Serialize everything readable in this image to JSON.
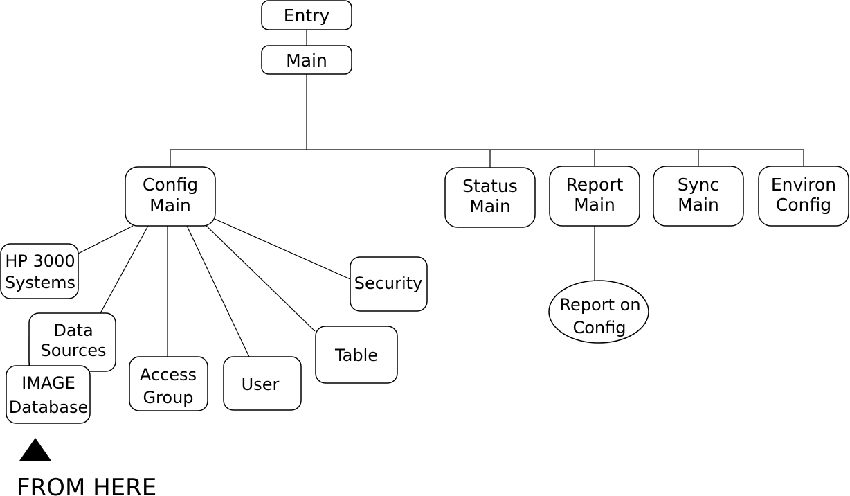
{
  "nodes": {
    "entry": {
      "lines": [
        "Entry"
      ]
    },
    "main": {
      "lines": [
        "Main"
      ]
    },
    "config_main": {
      "lines": [
        "Config",
        "Main"
      ]
    },
    "status_main": {
      "lines": [
        "Status",
        "Main"
      ]
    },
    "report_main": {
      "lines": [
        "Report",
        "Main"
      ]
    },
    "sync_main": {
      "lines": [
        "Sync",
        "Main"
      ]
    },
    "environ_config": {
      "lines": [
        "Environ",
        "Config"
      ]
    },
    "report_on_config": {
      "lines": [
        "Report on",
        "Config"
      ]
    },
    "hp3000_systems": {
      "lines": [
        "HP 3000",
        "Systems"
      ]
    },
    "security": {
      "lines": [
        "Security"
      ]
    },
    "data_sources": {
      "lines": [
        "Data",
        "Sources"
      ]
    },
    "image_database": {
      "lines": [
        "IMAGE",
        "Database"
      ]
    },
    "access_group": {
      "lines": [
        "Access",
        "Group"
      ]
    },
    "user": {
      "lines": [
        "User"
      ]
    },
    "table": {
      "lines": [
        "Table"
      ]
    }
  },
  "marker": {
    "label": "FROM HERE"
  }
}
